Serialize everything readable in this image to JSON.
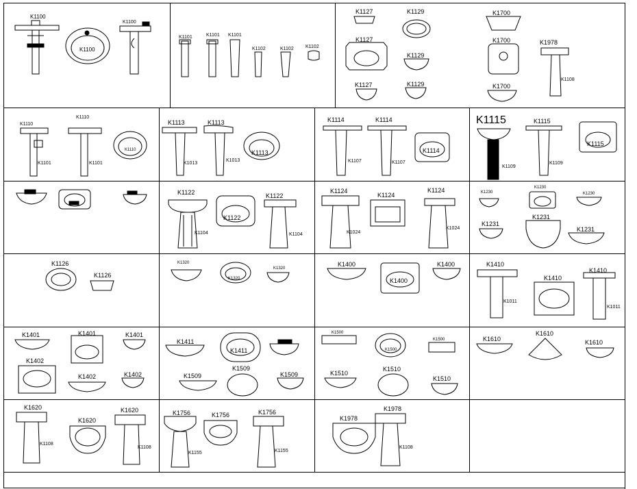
{
  "sheet": {
    "cells": [
      {
        "id": "c-k1100",
        "labels": [
          "K1100",
          "K1100",
          "K1100"
        ]
      },
      {
        "id": "c-k1101",
        "labels": [
          "K1101",
          "K1101",
          "K1101",
          "K1102",
          "K1102",
          "K1102"
        ]
      },
      {
        "id": "c-k1127",
        "labels": [
          "K1127",
          "K1129",
          "K1700",
          "K1127",
          "K1700",
          "K1978",
          "K1129",
          "K1108",
          "K1127",
          "K1129",
          "K1700"
        ]
      },
      {
        "id": "c-k1110",
        "labels": [
          "K1110",
          "K1110",
          "K1101",
          "K1101",
          "K1110"
        ]
      },
      {
        "id": "c-k1113",
        "labels": [
          "K1113",
          "K1113",
          "K1013",
          "K1013",
          "K1113"
        ]
      },
      {
        "id": "c-k1114",
        "labels": [
          "K1114",
          "K1114",
          "K1107",
          "K1107",
          "K1114"
        ]
      },
      {
        "id": "c-k1115",
        "labels": [
          "K1115",
          "K1115",
          "K1115",
          "K1109",
          "K1109"
        ]
      },
      {
        "id": "c-misc",
        "labels": []
      },
      {
        "id": "c-k1122",
        "labels": [
          "K1122",
          "K1122",
          "K1122",
          "K1104",
          "K1104"
        ]
      },
      {
        "id": "c-k1124",
        "labels": [
          "K1124",
          "K1124",
          "K1124",
          "K1024",
          "K1024"
        ]
      },
      {
        "id": "c-k1230",
        "labels": [
          "K1230",
          "K1230",
          "K1230",
          "K1231",
          "K1231",
          "K1231"
        ]
      },
      {
        "id": "c-k1126",
        "labels": [
          "K1126",
          "K1126"
        ]
      },
      {
        "id": "c-k1320",
        "labels": [
          "K1320",
          "K1320",
          "K1320"
        ]
      },
      {
        "id": "c-k1400",
        "labels": [
          "K1400",
          "K1400",
          "K1400"
        ]
      },
      {
        "id": "c-k1410",
        "labels": [
          "K1410",
          "K1410",
          "K1410",
          "K1011",
          "K1011"
        ]
      },
      {
        "id": "c-k1401",
        "labels": [
          "K1401",
          "K1401",
          "K1401",
          "K1402",
          "K1402",
          "K1402"
        ]
      },
      {
        "id": "c-k1411",
        "labels": [
          "K1411",
          "K1411",
          "K1509",
          "K1509",
          "K1509"
        ]
      },
      {
        "id": "c-k1500",
        "labels": [
          "K1500",
          "K1500",
          "K1500",
          "K1510",
          "K1510",
          "K1510"
        ]
      },
      {
        "id": "c-k1610",
        "labels": [
          "K1610",
          "K1610",
          "K1610"
        ]
      },
      {
        "id": "c-k1620",
        "labels": [
          "K1620",
          "K1620",
          "K1620",
          "K1108",
          "K1108"
        ]
      },
      {
        "id": "c-k1756",
        "labels": [
          "K1756",
          "K1756",
          "K1756",
          "K1155",
          "K1155"
        ]
      },
      {
        "id": "c-k1978",
        "labels": [
          "K1978",
          "K1978",
          "K1108"
        ]
      }
    ]
  }
}
